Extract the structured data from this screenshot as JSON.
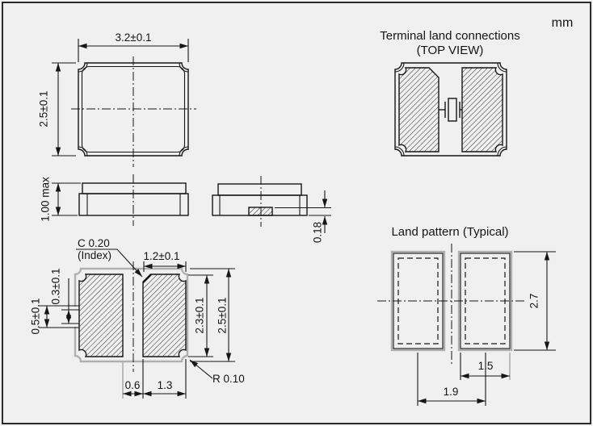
{
  "unit": "mm",
  "top_view": {
    "width_dim": "3.2±0.1",
    "height_dim": "2.5±0.1"
  },
  "front_view": {
    "height_dim": "1.00 max"
  },
  "side_view": {
    "electrode_thickness_dim": "0.18"
  },
  "bottom_view": {
    "chamfer_dim": "C 0.20",
    "chamfer_note": "(Index)",
    "pad_width_dim": "1.2±0.1",
    "notch_inner_dim": "0.3±0.1",
    "notch_outer_dim": "0.5±0.1",
    "pad_length_dim": "2.3±0.1",
    "body_length_dim": "2.5±0.1",
    "pad_gap_dim": "0.6",
    "pad_width_bottom_dim": "1.3",
    "corner_radius_dim": "R 0.10"
  },
  "terminal_land": {
    "title": "Terminal land connections",
    "subtitle": "(TOP VIEW)"
  },
  "land_pattern": {
    "title": "Land pattern (Typical)",
    "pad_height_dim": "2.7",
    "pad_width_dim": "1.5",
    "pad_pitch_dim": "1.9"
  },
  "colors": {
    "background": "#f0f0f0",
    "line": "#161616",
    "grey_outline": "#b0b0b0"
  }
}
